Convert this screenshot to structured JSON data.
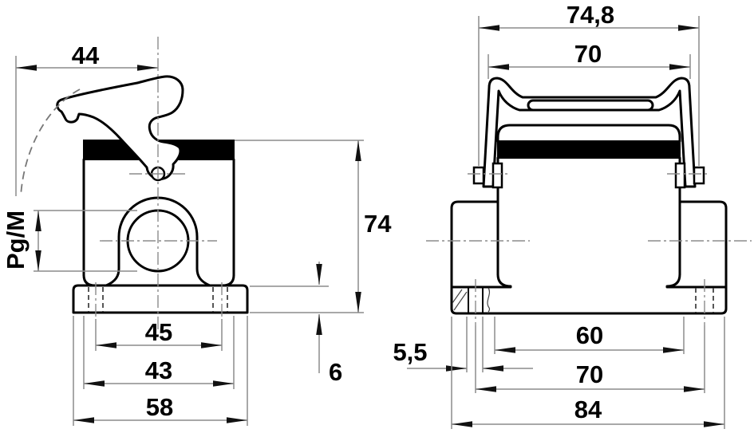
{
  "document": {
    "type": "technical-dimension-drawing",
    "subject": "heavy-duty connector bulkhead housing with locking lever, two orthographic views"
  },
  "colors": {
    "background": "#ffffff",
    "outline": "#000000",
    "dimension_lines": "#8c8c8c",
    "seal_band": "#000000",
    "text": "#000000"
  },
  "side_view": {
    "thread_label": "Pg/M",
    "dims": {
      "lever_reach": "44",
      "height": "74",
      "hole_spacing": "45",
      "body_width": "43",
      "flange_width": "58",
      "flange_thickness": "6"
    }
  },
  "front_view": {
    "dims": {
      "lever_overall_width": "74,8",
      "bracket_width": "70",
      "hole_diameter": "5,5",
      "inner_spacing": "60",
      "hole_pitch": "70",
      "flange_width": "84"
    }
  }
}
